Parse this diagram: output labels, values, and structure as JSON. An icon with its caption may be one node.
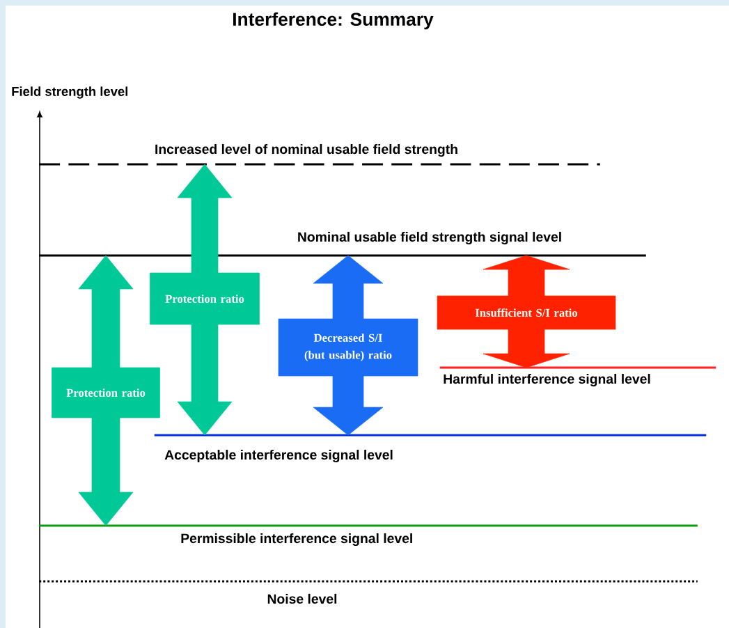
{
  "diagram": {
    "title": "Interference: Summary",
    "nodes": [
      {
        "text": [
          "Increased level of nominal usable field strength"
        ]
      },
      {
        "text": [
          "Nominal usable field strength signal level"
        ]
      },
      {
        "text": [
          "Harmful interference signal level"
        ]
      },
      {
        "text": [
          "Acceptable interference signal level"
        ]
      },
      {
        "text": [
          "Permissible interference signal level"
        ]
      },
      {
        "text": [
          "Noise level"
        ]
      }
    ],
    "edges": [
      {
        "from": 4,
        "to": 1,
        "arrow": "both",
        "label": "Protection ratio",
        "color": "#00c896"
      },
      {
        "from": 3,
        "to": 0,
        "arrow": "both",
        "label": "Protection ratio",
        "color": "#00c896"
      },
      {
        "from": 3,
        "to": 1,
        "arrow": "both",
        "label": "Decreased S/I (but usable) ratio",
        "color": "#1a6cf5"
      },
      {
        "from": 2,
        "to": 1,
        "arrow": "both",
        "label": "Insufficient S/I ratio",
        "color": "#ff2200"
      }
    ],
    "labels": [
      "Field strength level"
    ]
  }
}
